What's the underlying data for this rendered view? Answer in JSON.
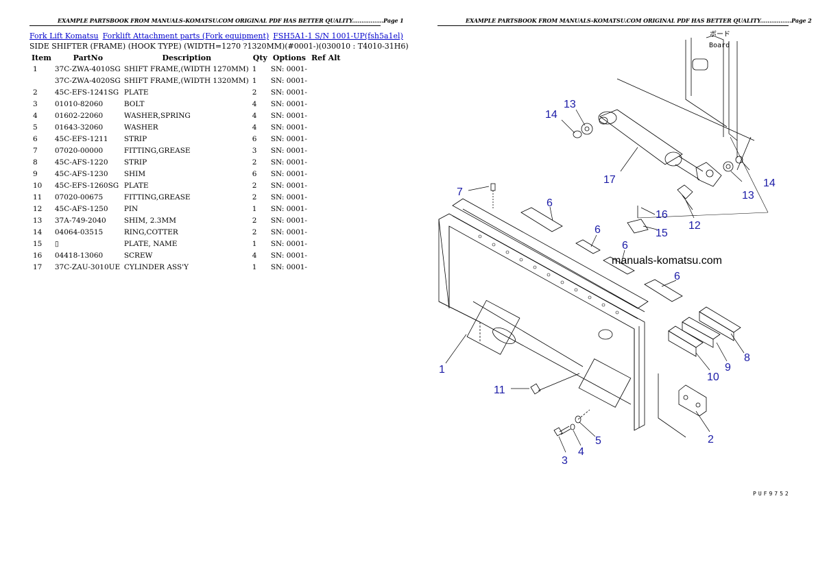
{
  "left_page": {
    "header": "EXAMPLE PARTSBOOK FROM MANUALS-KOMATSU.COM ORIGINAL PDF HAS BETTER QUALITY.................Page 1",
    "breadcrumbs": [
      "Fork Lift Komatsu",
      "Forklift Attachment parts (Fork equipment)",
      "FSH5A1-1 S/N 1001-UP(fsh5a1el)"
    ],
    "subtitle": "SIDE SHIFTER (FRAME) (HOOK TYPE) (WIDTH=1270 ?1320MM)(#0001-)(030010 : T4010-31H6)",
    "columns": [
      "Item",
      "PartNo",
      "Description",
      "Qty",
      "Options",
      "Ref Alt"
    ],
    "rows": [
      {
        "item": "1",
        "partno": "37C-ZWA-4010SG",
        "desc": "SHIFT FRAME,(WIDTH 1270MM)",
        "qty": "1",
        "options": "SN: 0001-"
      },
      {
        "item": "",
        "partno": "37C-ZWA-4020SG",
        "desc": "SHIFT FRAME,(WIDTH 1320MM)",
        "qty": "1",
        "options": "SN: 0001-"
      },
      {
        "item": "2",
        "partno": "45C-EFS-1241SG",
        "desc": "PLATE",
        "qty": "2",
        "options": "SN: 0001-"
      },
      {
        "item": "3",
        "partno": "01010-82060",
        "desc": "BOLT",
        "qty": "4",
        "options": "SN: 0001-"
      },
      {
        "item": "4",
        "partno": "01602-22060",
        "desc": "WASHER,SPRING",
        "qty": "4",
        "options": "SN: 0001-"
      },
      {
        "item": "5",
        "partno": "01643-32060",
        "desc": "WASHER",
        "qty": "4",
        "options": "SN: 0001-"
      },
      {
        "item": "6",
        "partno": "45C-EFS-1211",
        "desc": "STRIP",
        "qty": "6",
        "options": "SN: 0001-"
      },
      {
        "item": "7",
        "partno": "07020-00000",
        "desc": "FITTING,GREASE",
        "qty": "3",
        "options": "SN: 0001-"
      },
      {
        "item": "8",
        "partno": "45C-AFS-1220",
        "desc": "STRIP",
        "qty": "2",
        "options": "SN: 0001-"
      },
      {
        "item": "9",
        "partno": "45C-AFS-1230",
        "desc": "SHIM",
        "qty": "6",
        "options": "SN: 0001-"
      },
      {
        "item": "10",
        "partno": "45C-EFS-1260SG",
        "desc": "PLATE",
        "qty": "2",
        "options": "SN: 0001-"
      },
      {
        "item": "11",
        "partno": "07020-00675",
        "desc": "FITTING,GREASE",
        "qty": "2",
        "options": "SN: 0001-"
      },
      {
        "item": "12",
        "partno": "45C-AFS-1250",
        "desc": "PIN",
        "qty": "1",
        "options": "SN: 0001-"
      },
      {
        "item": "13",
        "partno": "37A-749-2040",
        "desc": "SHIM, 2.3MM",
        "qty": "2",
        "options": "SN: 0001-"
      },
      {
        "item": "14",
        "partno": "04064-03515",
        "desc": "RING,COTTER",
        "qty": "2",
        "options": "SN: 0001-"
      },
      {
        "item": "15",
        "partno": "▯",
        "desc": "PLATE, NAME",
        "qty": "1",
        "options": "SN: 0001-"
      },
      {
        "item": "16",
        "partno": "04418-13060",
        "desc": "SCREW",
        "qty": "4",
        "options": "SN: 0001-"
      },
      {
        "item": "17",
        "partno": "37C-ZAU-3010UE",
        "desc": "CYLINDER ASS'Y",
        "qty": "1",
        "options": "SN: 0001-"
      }
    ]
  },
  "right_page": {
    "header": "EXAMPLE PARTSBOOK FROM MANUALS-KOMATSU.COM ORIGINAL PDF HAS BETTER QUALITY.................Page 2",
    "watermark": "manuals-komatsu.com",
    "board_label_jp": "ボード",
    "board_label": "Board",
    "footer_code": "PUF9752",
    "callouts": [
      "1",
      "2",
      "3",
      "4",
      "5",
      "6",
      "6",
      "6",
      "6",
      "7",
      "8",
      "9",
      "10",
      "11",
      "12",
      "13",
      "13",
      "14",
      "14",
      "15",
      "16",
      "17"
    ]
  }
}
